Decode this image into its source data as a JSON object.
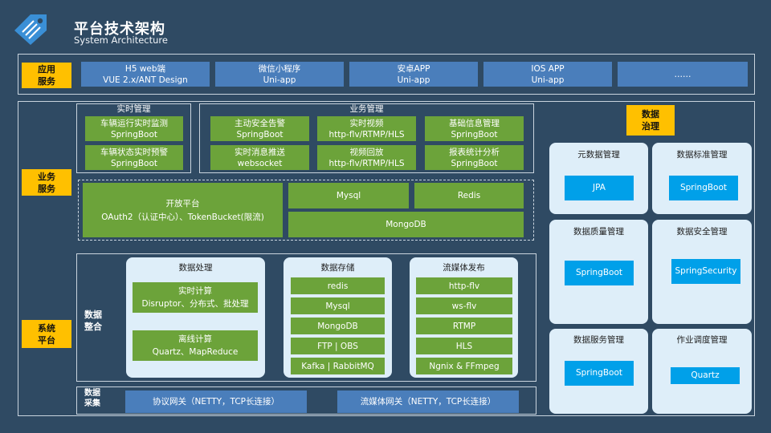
{
  "header": {
    "title": "平台技术架构",
    "subtitle": "System Architecture"
  },
  "app_layer": {
    "label": "应用\n服务",
    "items": [
      {
        "line1": "H5 web端",
        "line2": "VUE 2.x/ANT Design"
      },
      {
        "line1": "微信小程序",
        "line2": "Uni-app"
      },
      {
        "line1": "安卓APP",
        "line2": "Uni-app"
      },
      {
        "line1": "IOS APP",
        "line2": "Uni-app"
      },
      {
        "line1": "……",
        "line2": ""
      }
    ]
  },
  "business": {
    "label": "业务\n服务",
    "realtime": {
      "title": "实时管理",
      "items": [
        {
          "line1": "车辆运行实时监测",
          "line2": "SpringBoot"
        },
        {
          "line1": "车辆状态实时预警",
          "line2": "SpringBoot"
        }
      ]
    },
    "biz_mgmt": {
      "title": "业务管理",
      "items": [
        {
          "line1": "主动安全告警",
          "line2": "SpringBoot"
        },
        {
          "line1": "实时视频",
          "line2": "http-flv/RTMP/HLS"
        },
        {
          "line1": "基础信息管理",
          "line2": "SpringBoot"
        },
        {
          "line1": "实时消息推送",
          "line2": "websocket"
        },
        {
          "line1": "视频回放",
          "line2": "http-flv/RTMP/HLS"
        },
        {
          "line1": "报表统计分析",
          "line2": "SpringBoot"
        }
      ]
    },
    "open_platform": {
      "line1": "开放平台",
      "line2": "OAuth2（认证中心）、TokenBucket(限流)"
    },
    "storage_boxes": [
      "Mysql",
      "Redis",
      "MongoDB"
    ]
  },
  "system": {
    "label": "系统\n平台",
    "integration_label": "数据\n整合",
    "collection_label": "数据\n采集",
    "processing": {
      "title": "数据处理",
      "items": [
        {
          "line1": "实时计算",
          "line2": "Disruptor、分布式、批处理"
        },
        {
          "line1": "离线计算",
          "line2": "Quartz、MapReduce"
        }
      ]
    },
    "storage": {
      "title": "数据存储",
      "items": [
        "redis",
        "Mysql",
        "MongoDB",
        "FTP | OBS",
        "Kafka | RabbitMQ"
      ]
    },
    "streaming": {
      "title": "流媒体发布",
      "items": [
        "http-flv",
        "ws-flv",
        "RTMP",
        "HLS",
        "Ngnix & FFmpeg"
      ]
    },
    "gateways": [
      "协议网关（NETTY，TCP长连接）",
      "流媒体网关（NETTY，TCP长连接）"
    ]
  },
  "governance": {
    "label": "数据\n治理",
    "cards": [
      {
        "title": "元数据管理",
        "tech": "JPA"
      },
      {
        "title": "数据标准管理",
        "tech": "SpringBoot"
      },
      {
        "title": "数据质量管理",
        "tech": "SpringBoot"
      },
      {
        "title": "数据安全管理",
        "tech": "SpringSecurity"
      },
      {
        "title": "数据服务管理",
        "tech": "SpringBoot"
      },
      {
        "title": "作业调度管理",
        "tech": "Quartz"
      }
    ]
  },
  "colors": {
    "background": "#2f4a63",
    "label_yellow": "#ffc000",
    "app_blue": "#4a7ebb",
    "service_green": "#6ca33a",
    "tech_cyan": "#00a0e9",
    "panel_light": "#deeef9"
  },
  "icons": {
    "logo": "price-tag-icon"
  }
}
